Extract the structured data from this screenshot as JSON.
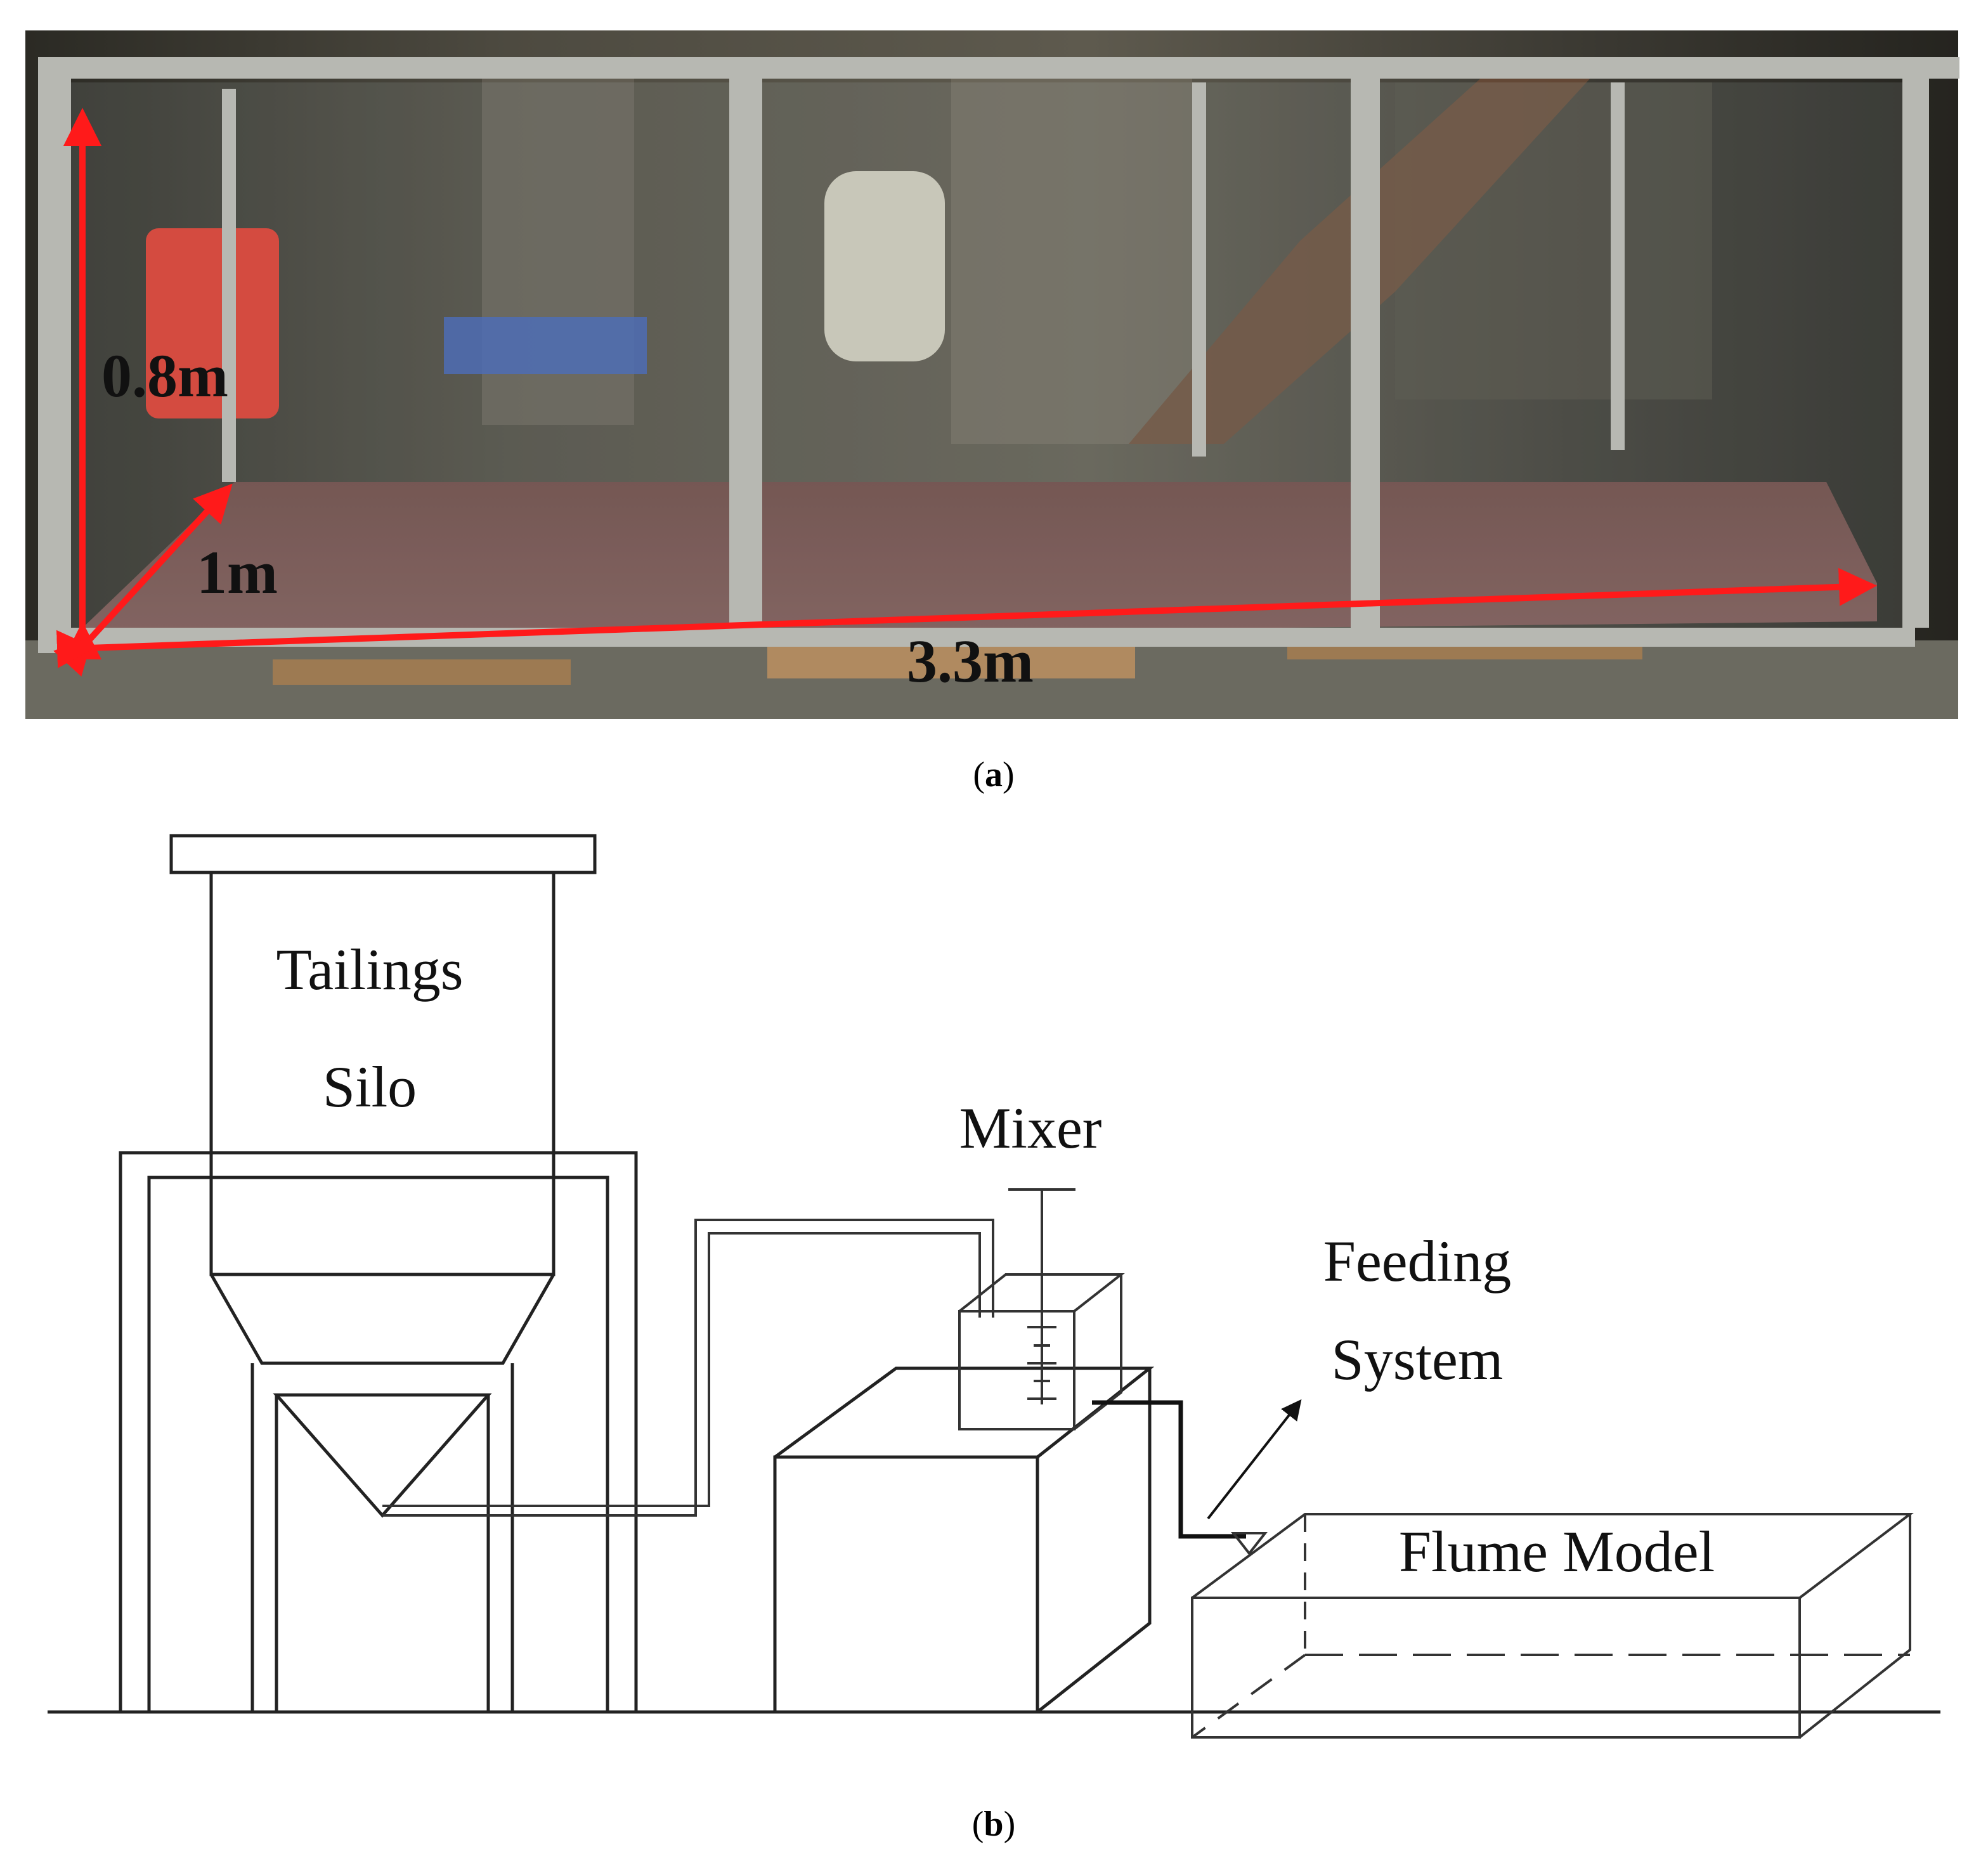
{
  "panel_a": {
    "caption_open": "(",
    "caption_letter": "a",
    "caption_close": ")",
    "dimension_height": "0.8m",
    "dimension_width": "1m",
    "dimension_length": "3.3m",
    "arrow_color": "#ff1a1a"
  },
  "panel_b": {
    "caption_open": "(",
    "caption_letter": "b",
    "caption_close": ")",
    "silo_label_line1": "Tailings",
    "silo_label_line2": "Silo",
    "mixer_label": "Mixer",
    "feeding_label_line1": "Feeding",
    "feeding_label_line2": "System",
    "flume_label": "Flume Model"
  }
}
